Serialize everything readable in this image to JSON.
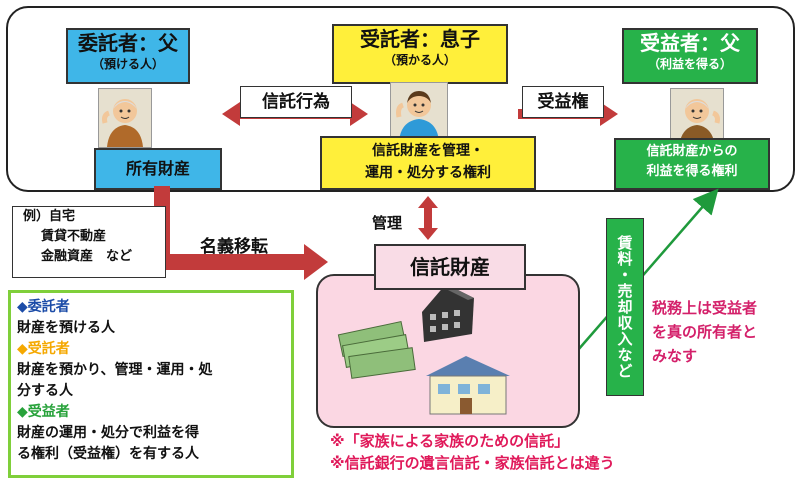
{
  "roles": {
    "settlor": {
      "title": "委託者：父",
      "sub": "（預ける人）"
    },
    "trustee": {
      "title": "受託者：息子",
      "sub": "（預かる人）"
    },
    "beneficiary": {
      "title": "受益者：父",
      "sub": "（利益を得る）"
    }
  },
  "boxes": {
    "own_property": "所有財産",
    "trustee_rights_line1": "信託財産を管理・",
    "trustee_rights_line2": "運用・処分する権利",
    "beneficiary_rights_line1": "信託財産からの",
    "beneficiary_rights_line2": "利益を得る権利"
  },
  "arrows": {
    "trust_act": "信託行為",
    "beneficial_right": "受益権",
    "name_transfer": "名義移転",
    "management": "管理"
  },
  "example": {
    "line1": "例）自宅",
    "line2": "賃貸不動産",
    "line3": "金融資産　など"
  },
  "trust_property": "信託財産",
  "income": "賃料・売却収入など",
  "tax_note": {
    "line1": "税務上は受益者",
    "line2": "を真の所有者と",
    "line3": "みなす"
  },
  "legend": {
    "settlor_head": "◆委託者",
    "settlor_desc": "財産を預ける人",
    "trustee_head": "◆受託者",
    "trustee_desc1": "財産を預かり、管理・運用・処",
    "trustee_desc2": "分する人",
    "beneficiary_head": "◆受益者",
    "beneficiary_desc1": "財産の運用・処分で利益を得",
    "beneficiary_desc2": "る権利（受益権）を有する人"
  },
  "bottom_note": {
    "line1": "※「家族による家族のための信託」",
    "line2": "※信託銀行の遺言信託・家族信託とは違う"
  },
  "colors": {
    "blue": "#3fb6e8",
    "yellow": "#ffef3a",
    "green": "#27b24a",
    "arrow_red": "#c23b3b",
    "pink": "#fbd7e3",
    "note_red": "#e0195a"
  }
}
